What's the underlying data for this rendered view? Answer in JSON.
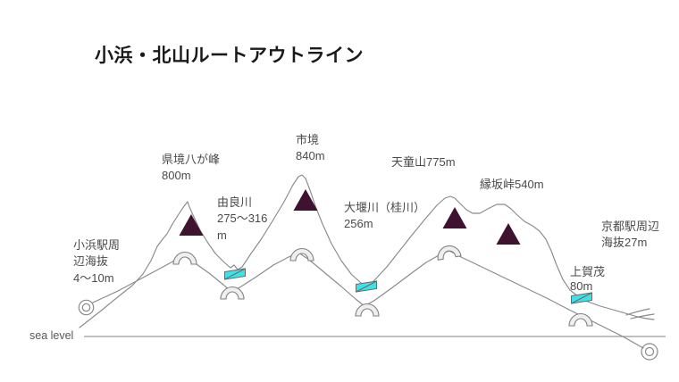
{
  "title": "小浜・北山ルートアウトライン",
  "sea_level_label": "sea level",
  "annotations": [
    {
      "name": "obama-station-elevation",
      "text": "小浜駅周\n辺海抜\n4〜10m"
    },
    {
      "name": "kenzakai-hachigamine",
      "text": "県境八が峰\n800m"
    },
    {
      "name": "yuragawa-river",
      "text": "由良川\n275〜316\nm"
    },
    {
      "name": "city-border",
      "text": "市境\n840m"
    },
    {
      "name": "oigawa-katsuragawa-river",
      "text": "大堰川（桂川）\n256m"
    },
    {
      "name": "tendozan",
      "text": "天童山775m"
    },
    {
      "name": "enzaka-pass",
      "text": "縁坂峠540m"
    },
    {
      "name": "kamigamo",
      "text": "上賀茂\n80m"
    },
    {
      "name": "kyoto-station-elevation",
      "text": "京都駅周辺\n海抜27m"
    }
  ],
  "icons": {
    "peak-marker-icon": "dark triangle",
    "bridge-marker-icon": "cyan ribbon flag",
    "tunnel-arch-icon": "gray arch",
    "route-start-spiral-icon": "concentric circles",
    "route-end-spiral-icon": "concentric circles",
    "direction-arrow-icon": "hand-drawn left-swept arrowhead"
  },
  "colors": {
    "peak": "#3F1230",
    "bridge": "#3DE2E8",
    "line": "#8A8A8A",
    "arch_fill": "#EFEFEF",
    "text": "#4A4A4A",
    "title": "#1A1A1A"
  }
}
